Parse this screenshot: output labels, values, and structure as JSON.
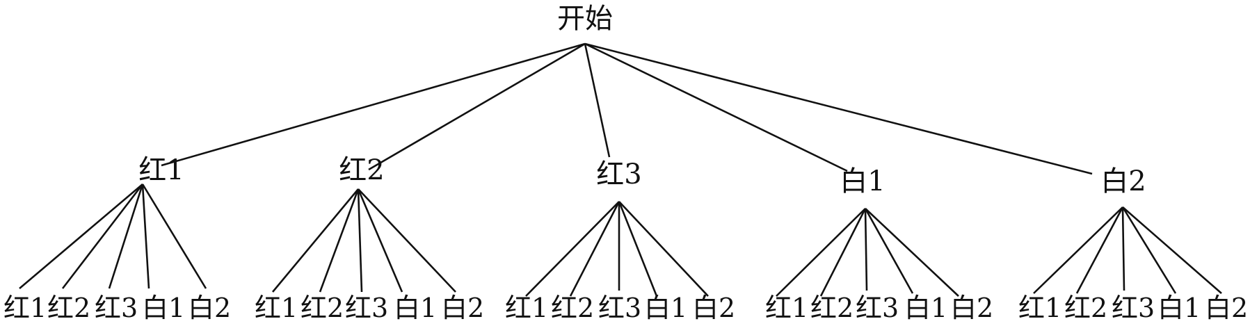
{
  "tree": {
    "root": {
      "label": "开始"
    },
    "children": [
      {
        "label": "红1",
        "leaves": [
          "红1",
          "红2",
          "红3",
          "白1",
          "白2"
        ]
      },
      {
        "label": "红2",
        "leaves": [
          "红1",
          "红2",
          "红3",
          "白1",
          "白2"
        ]
      },
      {
        "label": "红3",
        "leaves": [
          "红1",
          "红2",
          "红3",
          "白1",
          "白2"
        ]
      },
      {
        "label": "白1",
        "leaves": [
          "红1",
          "红2",
          "红3",
          "白1",
          "白2"
        ]
      },
      {
        "label": "白2",
        "leaves": [
          "红1",
          "红2",
          "红3",
          "白1",
          "白2"
        ]
      }
    ]
  },
  "style": {
    "line_color": "#111111",
    "text_color": "#111111"
  }
}
